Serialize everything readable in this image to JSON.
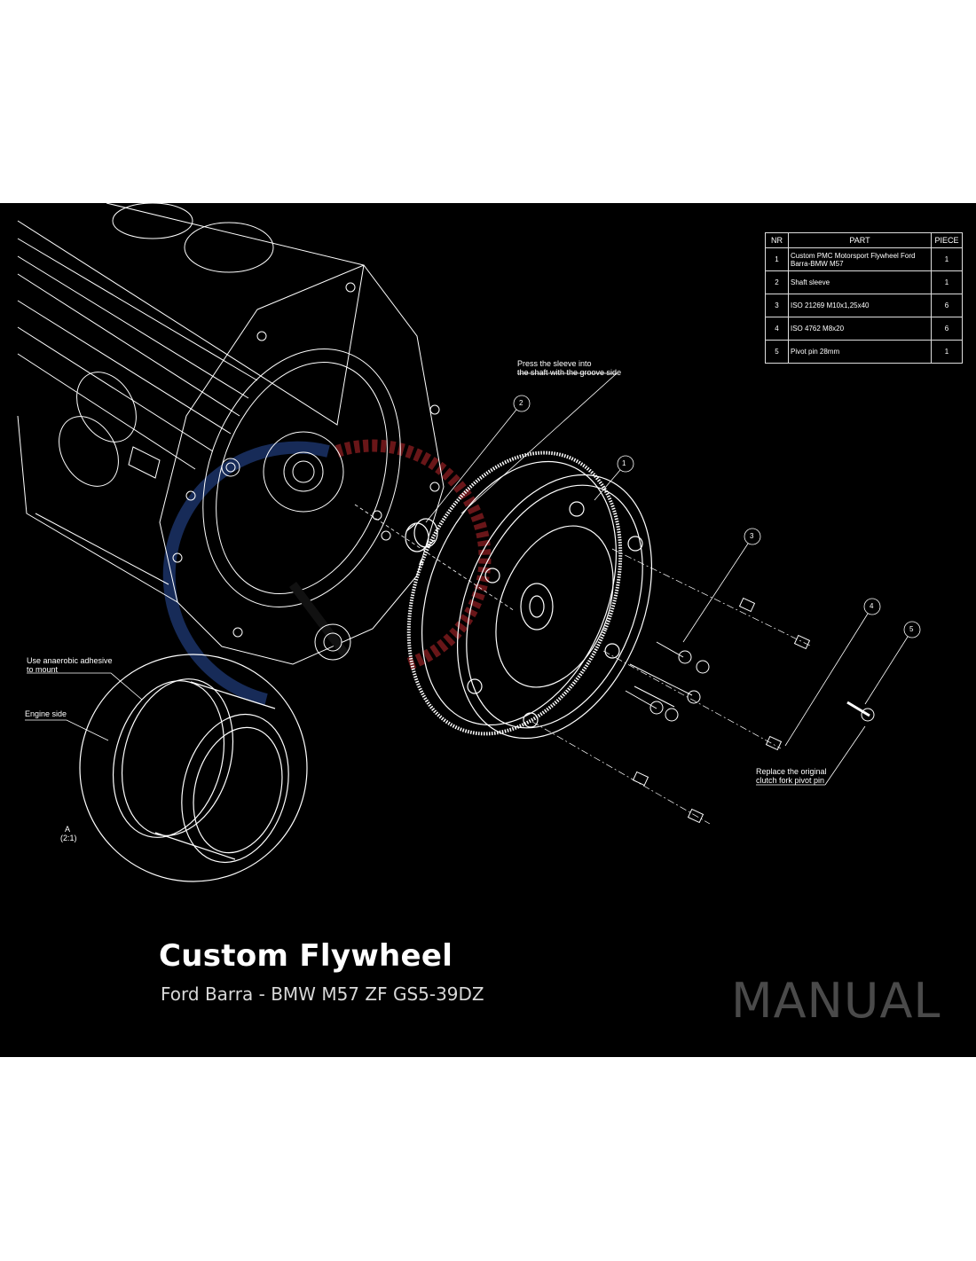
{
  "parts_table": {
    "headers": [
      "NR",
      "PART",
      "PIECE"
    ],
    "rows": [
      {
        "nr": "1",
        "part": "Custom PMC Motorsport Flywheel Ford Barra-BMW M57",
        "piece": "1"
      },
      {
        "nr": "2",
        "part": "Shaft sleeve",
        "piece": "1"
      },
      {
        "nr": "3",
        "part": "ISO 21269 M10x1,25x40",
        "piece": "6"
      },
      {
        "nr": "4",
        "part": "ISO 4762 M8x20",
        "piece": "6"
      },
      {
        "nr": "5",
        "part": "Pivot pin 28mm",
        "piece": "1"
      }
    ]
  },
  "callouts": [
    "1",
    "2",
    "3",
    "4",
    "5"
  ],
  "annotations": {
    "sleeve_line1": "Press the sleeve into",
    "sleeve_line2": "the shaft with the groove side",
    "pivot_line1": "Replace the original",
    "pivot_line2": "clutch fork pivot pin",
    "adhesive_line1": "Use anaerobic adhesive",
    "adhesive_line2": "to mount",
    "engine_side": "Engine side",
    "detail_marker": "A",
    "detail_name": "A",
    "detail_scale": "(2:1)"
  },
  "title": "Custom Flywheel",
  "subtitle": "Ford Barra - BMW M57 ZF GS5-39DZ",
  "watermark": "MANUAL",
  "colors": {
    "background": "#000000",
    "line": "#ffffff",
    "watermark": "#4a4a4a",
    "logo_red": "#c0282d",
    "logo_blue": "#2a4fa0"
  }
}
